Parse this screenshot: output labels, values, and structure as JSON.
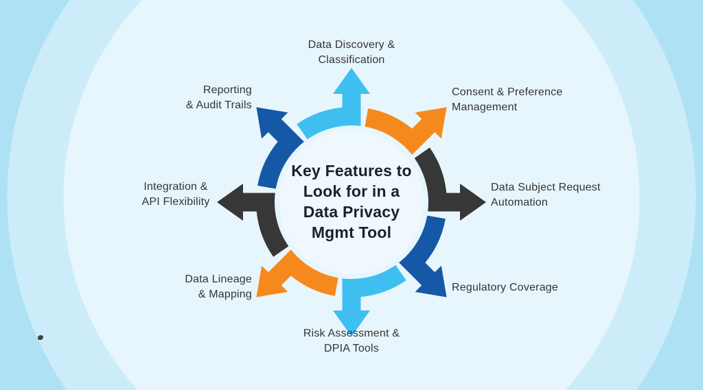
{
  "title": {
    "lines": [
      "Key Features to",
      "Look for in a",
      "Data Privacy",
      "Mgmt Tool"
    ]
  },
  "features": [
    {
      "name": "data-discovery-classification",
      "position": "top",
      "lines": [
        "Data Discovery &",
        "Classification"
      ],
      "color": "#3ebff0"
    },
    {
      "name": "consent-preference-management",
      "position": "top-right",
      "lines": [
        "Consent & Preference",
        "Management"
      ],
      "color": "#f6891e"
    },
    {
      "name": "data-subject-request-automation",
      "position": "right",
      "lines": [
        "Data Subject Request",
        "Automation"
      ],
      "color": "#373737"
    },
    {
      "name": "regulatory-coverage",
      "position": "bottom-right",
      "lines": [
        "Regulatory Coverage",
        ""
      ],
      "color": "#1558a5"
    },
    {
      "name": "risk-assessment-dpia-tools",
      "position": "bottom",
      "lines": [
        "Risk Assessment &",
        "DPIA Tools"
      ],
      "color": "#3ebff0"
    },
    {
      "name": "data-lineage-mapping",
      "position": "bottom-left",
      "lines": [
        "Data Lineage",
        "& Mapping"
      ],
      "color": "#f6891e"
    },
    {
      "name": "integration-api-flexibility",
      "position": "left",
      "lines": [
        "Integration &",
        "API Flexibility"
      ],
      "color": "#373737"
    },
    {
      "name": "reporting-audit-trails",
      "position": "top-left",
      "lines": [
        "Reporting",
        "& Audit Trails"
      ],
      "color": "#1558a5"
    }
  ],
  "colors": {
    "background_inner": "#e7f6fd",
    "background_mid": "#cdecf9",
    "background_outer": "#aee1f4",
    "circle_fill": "#eef8fd",
    "label_text": "#333333",
    "title_text": "#1d2026"
  }
}
